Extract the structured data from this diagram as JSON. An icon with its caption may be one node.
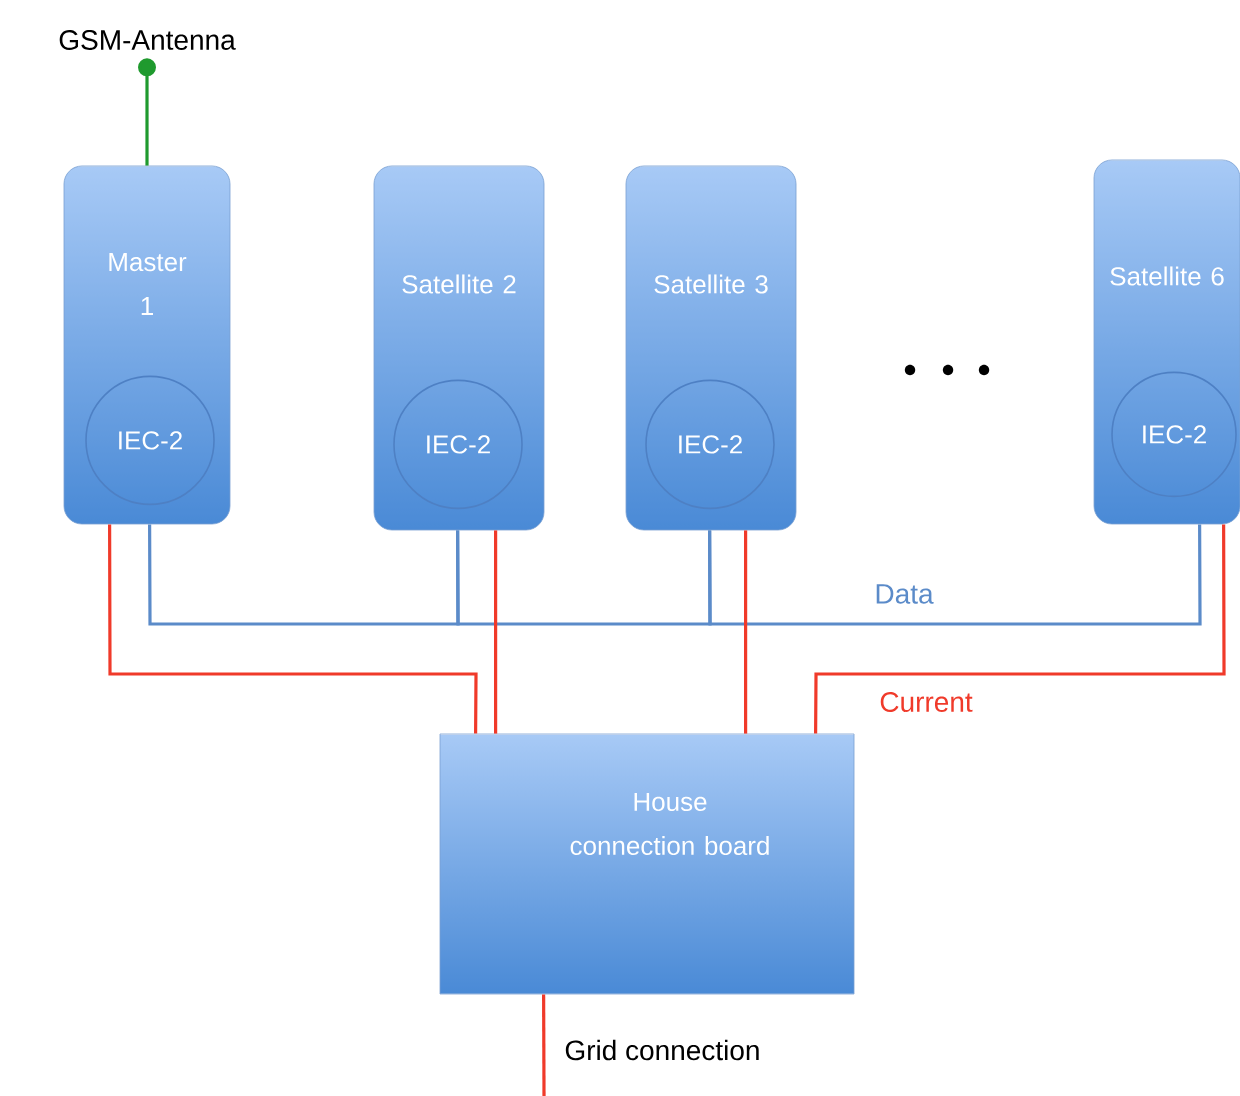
{
  "diagram": {
    "nodes": [
      {
        "text": [
          "GSM-Antenna"
        ]
      },
      {
        "text": [
          "Master 1"
        ]
      },
      {
        "text": [
          "IEC-2"
        ],
        "in": 1
      },
      {
        "text": [
          "Satellite 2"
        ]
      },
      {
        "text": [
          "IEC-2"
        ],
        "in": 3
      },
      {
        "text": [
          "Satellite 3"
        ]
      },
      {
        "text": [
          "IEC-2"
        ],
        "in": 5
      },
      {
        "text": [
          "Satellite 6"
        ]
      },
      {
        "text": [
          "IEC-2"
        ],
        "in": 7
      },
      {
        "text": [
          "House connection board"
        ]
      }
    ],
    "edges": [
      {
        "from": 0,
        "to": 1,
        "arrow": "other",
        "color": "#1f9a2e"
      },
      {
        "from": 1,
        "to": 3,
        "arrow": "none",
        "color": "#5b8bc9"
      },
      {
        "from": 3,
        "to": 5,
        "arrow": "none",
        "color": "#5b8bc9"
      },
      {
        "from": 5,
        "to": 7,
        "arrow": "none",
        "color": "#5b8bc9",
        "label": "Data"
      },
      {
        "from": 1,
        "to": 9,
        "arrow": "none",
        "color": "#f03a2a"
      },
      {
        "from": 3,
        "to": 9,
        "arrow": "none",
        "color": "#f03a2a"
      },
      {
        "from": 5,
        "to": 9,
        "arrow": "none",
        "color": "#f03a2a"
      },
      {
        "from": 7,
        "to": 9,
        "arrow": "none",
        "color": "#f03a2a",
        "label": "Current"
      },
      {
        "from": 9,
        "to": null,
        "arrow": "none",
        "color": "#f03a2a",
        "label": "Grid connection"
      }
    ]
  }
}
